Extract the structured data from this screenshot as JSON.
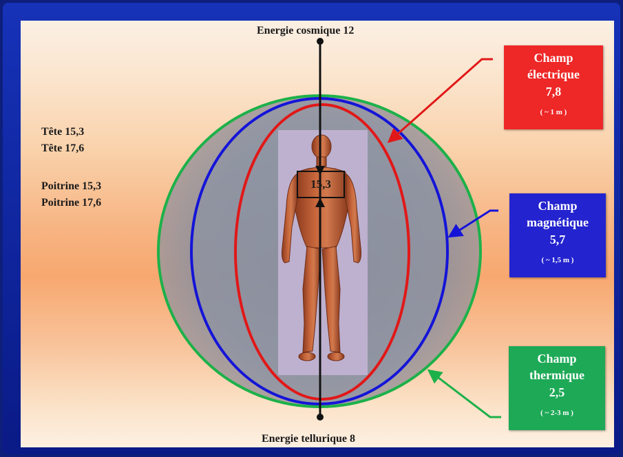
{
  "top_energy": "Energie cosmique  12",
  "bottom_energy": "Energie tellurique   8",
  "left_labels": [
    "Tête 15,3",
    "Tête 17,6",
    "Poitrine 15,3",
    "Poitrine 17,6"
  ],
  "center_value": "15,3",
  "fields": {
    "electric": {
      "name_line1": "Champ",
      "name_line2": "électrique",
      "value": "7,8",
      "range": "( ~ 1 m )",
      "color": "#ee2727"
    },
    "magnetic": {
      "name_line1": "Champ",
      "name_line2": "magnétique",
      "value": "5,7",
      "range": "( ~ 1,5 m )",
      "color": "#2323cf"
    },
    "thermal": {
      "name_line1": "Champ",
      "name_line2": "thermique",
      "value": "2,5",
      "range": "( ~ 2-3 m )",
      "color": "#1ea957"
    }
  },
  "colors": {
    "frame": "#0d1f7a",
    "thermal_ring": "#1db14a",
    "magnetic_ring": "#1414d8",
    "electric_ring": "#e11818"
  }
}
